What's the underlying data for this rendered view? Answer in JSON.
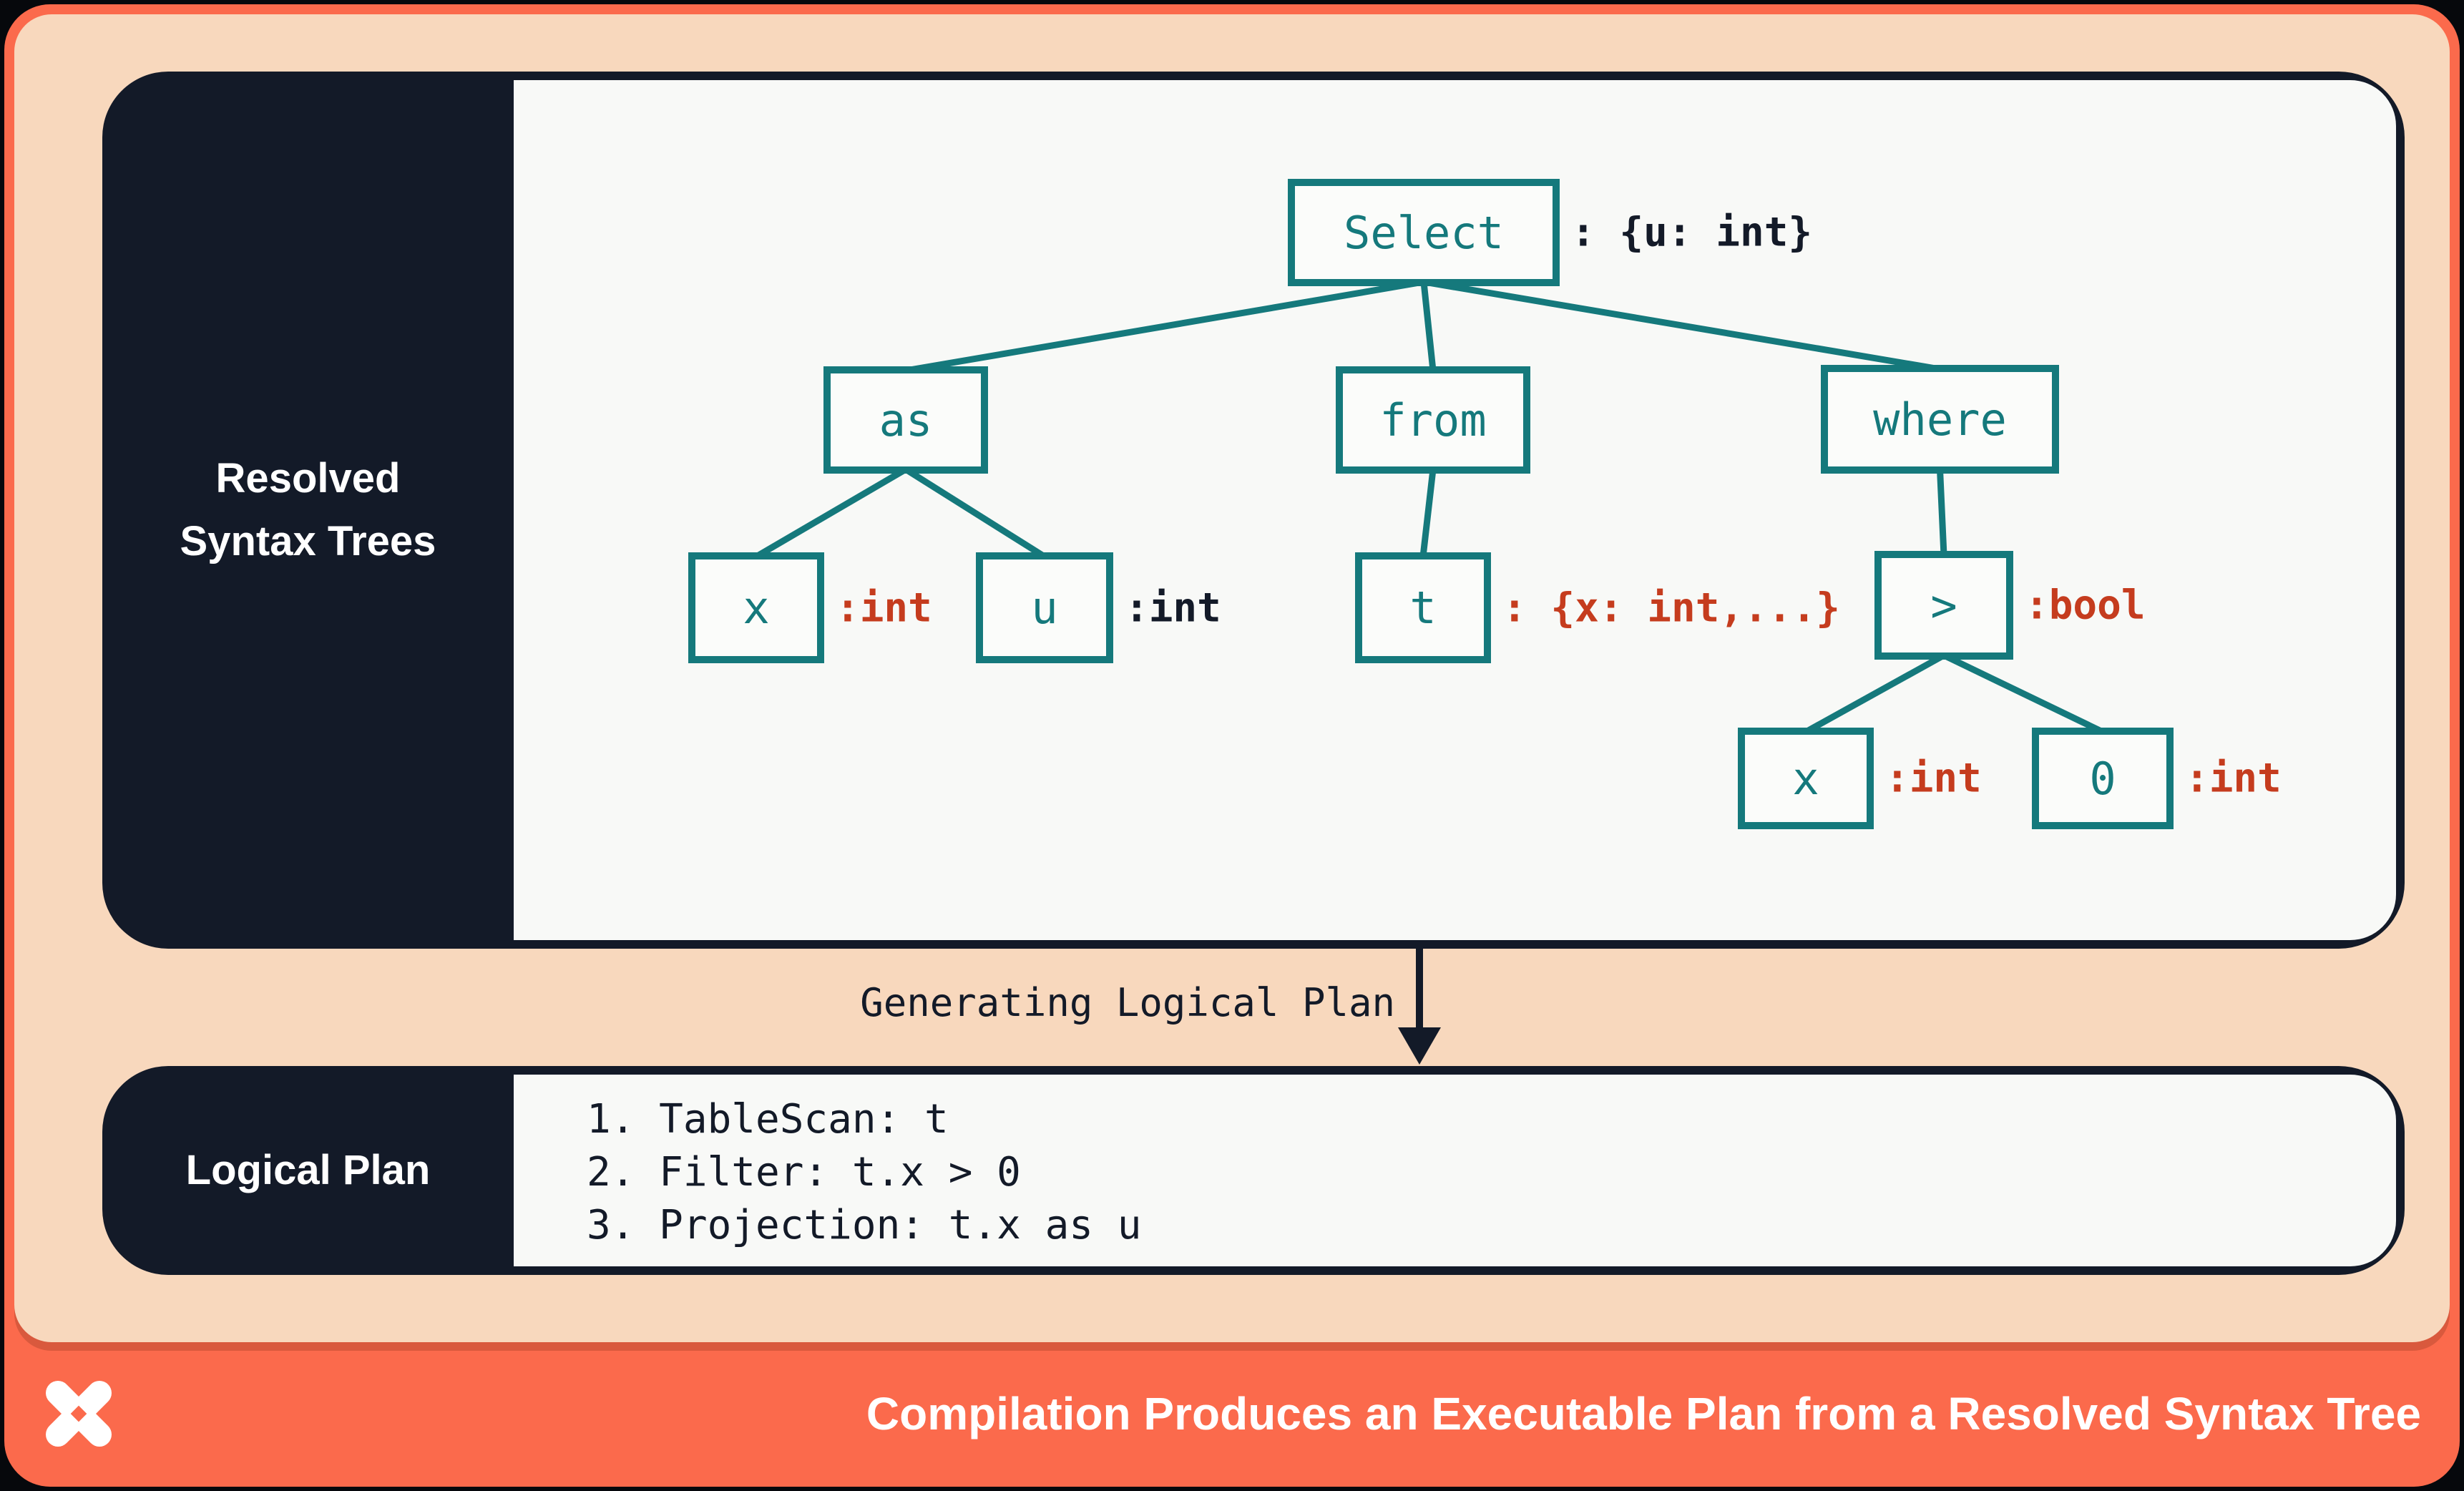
{
  "colors": {
    "canvas": "#06080c",
    "orange": "#fb6a4c",
    "peach": "#f8d8bd",
    "navy": "#131a28",
    "teal": "#15797c",
    "red": "#c53c1e",
    "offwhite": "#f8f9f7",
    "node_fill": "#fbfcfa",
    "white": "#ffffff"
  },
  "syntax_panel": {
    "title_lines": [
      "Resolved",
      "Syntax Trees"
    ]
  },
  "tree": {
    "nodes": [
      {
        "id": "select",
        "label": "Select",
        "annotation": ": {u: int}",
        "annotation_color": "navy"
      },
      {
        "id": "as",
        "label": "as",
        "annotation": "",
        "annotation_color": "navy"
      },
      {
        "id": "from",
        "label": "from",
        "annotation": "",
        "annotation_color": "navy"
      },
      {
        "id": "where",
        "label": "where",
        "annotation": "",
        "annotation_color": "navy"
      },
      {
        "id": "x1",
        "label": "x",
        "annotation": ":int",
        "annotation_color": "red"
      },
      {
        "id": "u",
        "label": "u",
        "annotation": ":int",
        "annotation_color": "navy"
      },
      {
        "id": "t",
        "label": "t",
        "annotation": ": {x: int,...}",
        "annotation_color": "red"
      },
      {
        "id": "gt",
        "label": ">",
        "annotation": ":bool",
        "annotation_color": "red"
      },
      {
        "id": "x2",
        "label": "x",
        "annotation": ":int",
        "annotation_color": "red"
      },
      {
        "id": "zero",
        "label": "0",
        "annotation": ":int",
        "annotation_color": "red"
      }
    ],
    "edges": [
      [
        "select",
        "as"
      ],
      [
        "select",
        "from"
      ],
      [
        "select",
        "where"
      ],
      [
        "as",
        "x1"
      ],
      [
        "as",
        "u"
      ],
      [
        "from",
        "t"
      ],
      [
        "where",
        "gt"
      ],
      [
        "gt",
        "x2"
      ],
      [
        "gt",
        "zero"
      ]
    ]
  },
  "transition": {
    "label": "Generating Logical Plan"
  },
  "logical_panel": {
    "title": "Logical Plan",
    "steps": [
      "1. TableScan: t",
      "2. Filter: t.x > 0",
      "3. Projection: t.x as u"
    ]
  },
  "footer": {
    "title": "Compilation Produces an Executable Plan from a Resolved Syntax Tree",
    "logo": "pinwheel-x-logo"
  }
}
